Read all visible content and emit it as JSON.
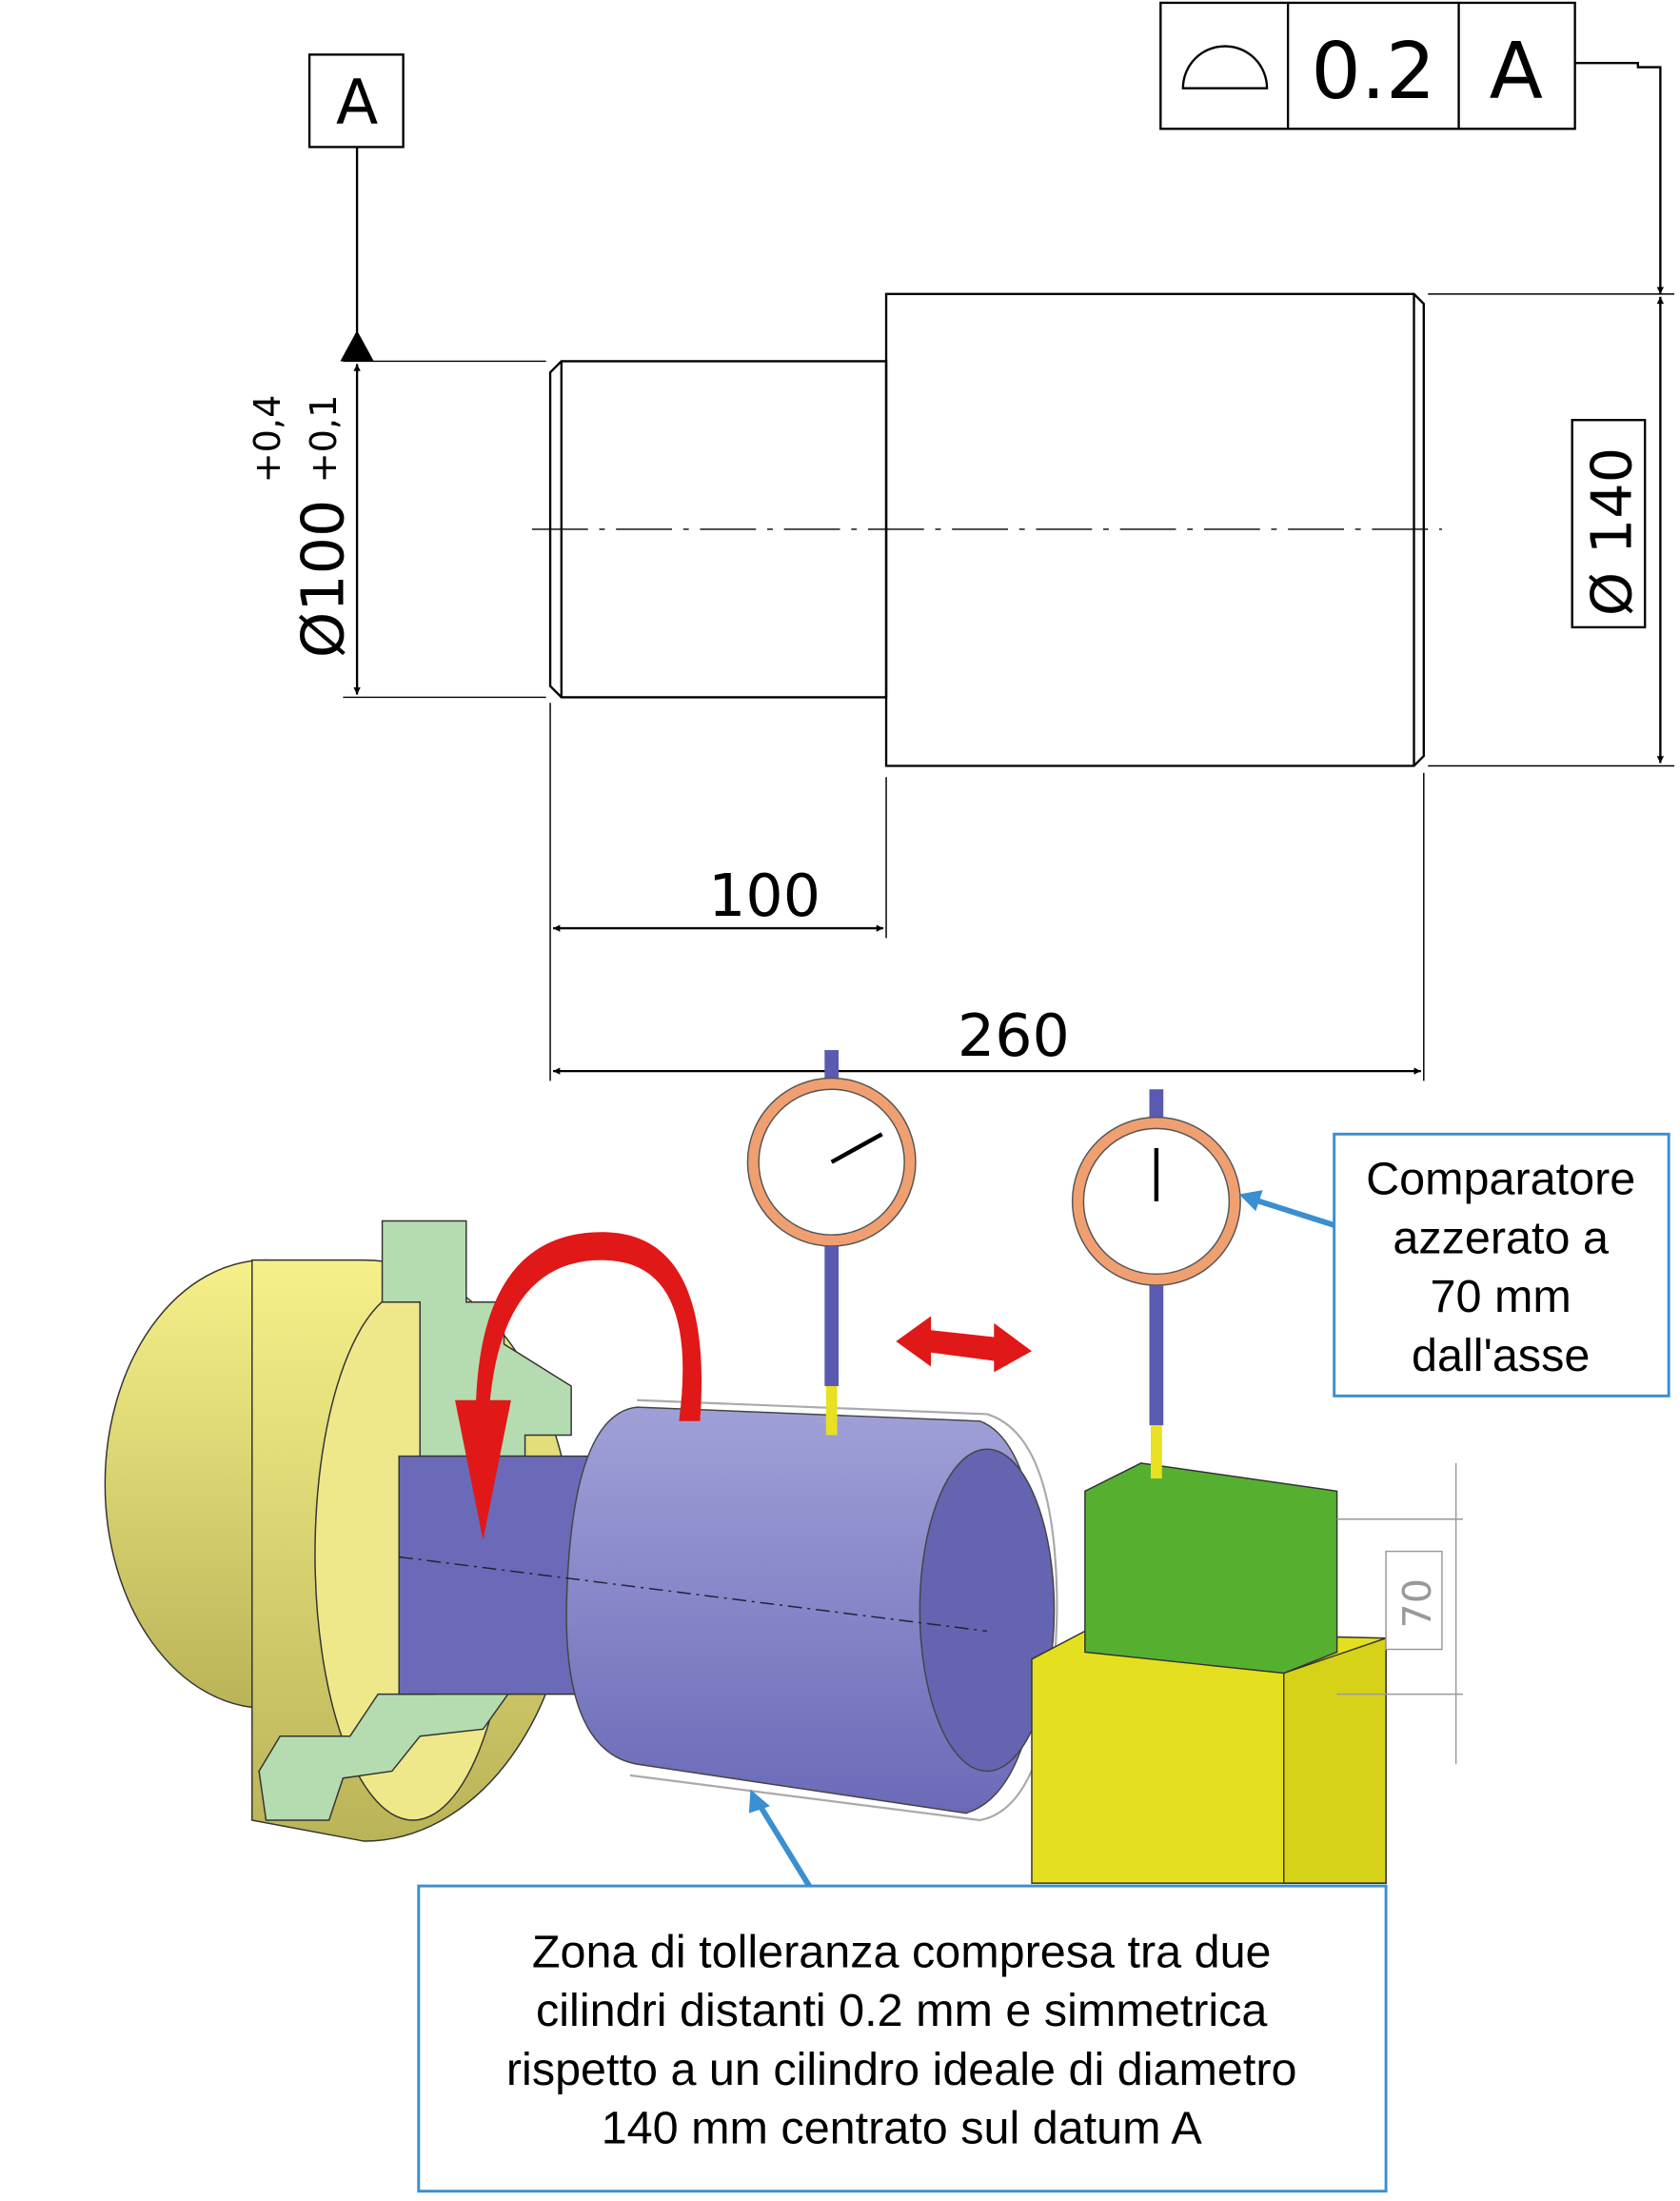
{
  "datum_label": "A",
  "feature_control_frame": {
    "symbol": "profile-of-a-line-icon",
    "tolerance": "0.2",
    "datum": "A"
  },
  "dimensions": {
    "small_diameter": "Ø100",
    "upper_deviation": "+0,4",
    "lower_deviation": "+0,1",
    "large_diameter": "Ø 140",
    "shoulder_length": "100",
    "total_length": "260",
    "gauge_height": "70"
  },
  "callouts": {
    "indicator": [
      "Comparatore",
      "azzerato a",
      "70 mm",
      "dall'asse"
    ],
    "tolerance_zone": [
      "Zona di tolleranza compresa tra due",
      "cilindri distanti 0.2 mm e simmetrica",
      "rispetto a un cilindro ideale di diametro",
      "140 mm centrato sul datum A"
    ]
  },
  "colors": {
    "chuck": "#f2ec82",
    "jaws": "#b5dcb0",
    "part": "#7a7ac0",
    "gauge_block": "#55b030",
    "stand": "#e4e020",
    "arrow_red": "#e01818",
    "callout_border": "#3a8fd0"
  }
}
